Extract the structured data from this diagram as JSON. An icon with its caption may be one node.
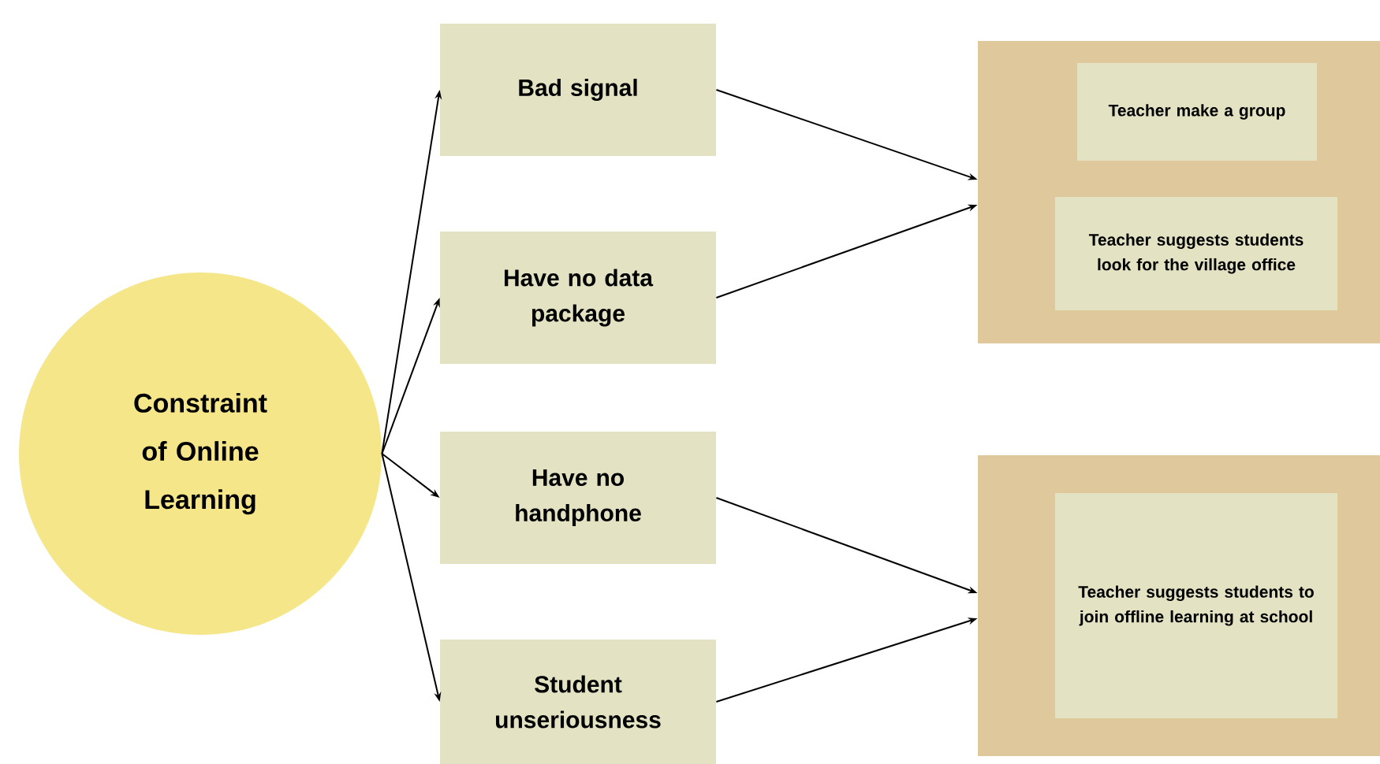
{
  "diagram": {
    "nodes": [
      {
        "text": [
          "Constraint of Online Learning"
        ]
      },
      {
        "text": [
          "Bad signal"
        ]
      },
      {
        "text": [
          "Have no data package"
        ]
      },
      {
        "text": [
          "Have no handphone"
        ]
      },
      {
        "text": [
          "Student unseriousness"
        ]
      },
      {
        "text": [],
        "shape": "box"
      },
      {
        "text": [
          "Teacher make a group"
        ],
        "in": 5
      },
      {
        "text": [
          "Teacher suggests students look for the village office"
        ],
        "in": 5
      },
      {
        "text": [],
        "shape": "box"
      },
      {
        "text": [
          "Teacher suggests students to join offline learning at school"
        ],
        "in": 8
      }
    ],
    "edges": [
      {
        "from": 0,
        "to": 1,
        "arrow": "to"
      },
      {
        "from": 0,
        "to": 2,
        "arrow": "to"
      },
      {
        "from": 0,
        "to": 3,
        "arrow": "to"
      },
      {
        "from": 0,
        "to": 4,
        "arrow": "to"
      },
      {
        "from": 1,
        "to": 5,
        "arrow": "to"
      },
      {
        "from": 2,
        "to": 5,
        "arrow": "to"
      },
      {
        "from": 3,
        "to": 8,
        "arrow": "to"
      },
      {
        "from": 4,
        "to": 8,
        "arrow": "to"
      }
    ]
  }
}
